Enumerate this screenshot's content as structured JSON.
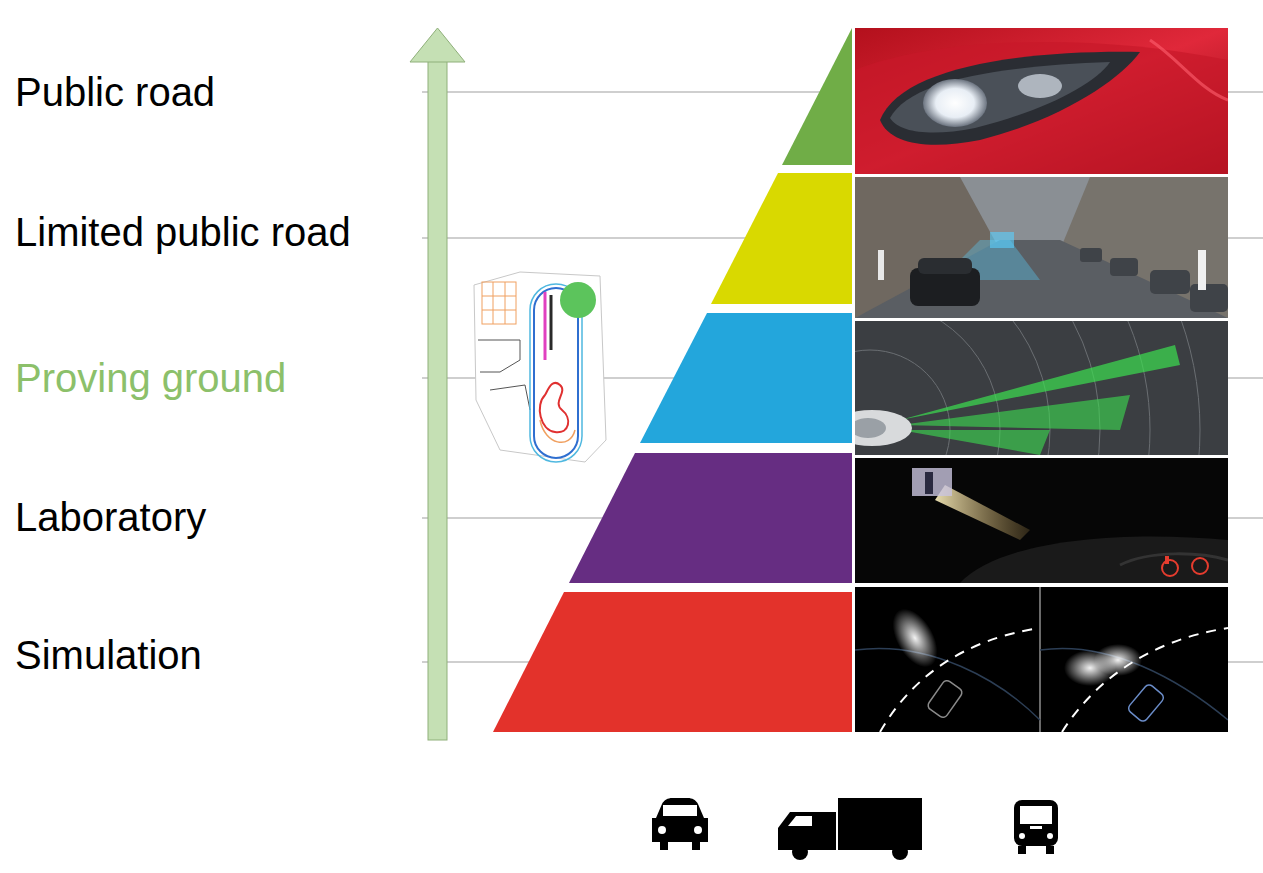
{
  "diagram": {
    "labels": [
      "Public road",
      "Limited public road",
      "Proving ground",
      "Laboratory",
      "Simulation"
    ]
  }
}
